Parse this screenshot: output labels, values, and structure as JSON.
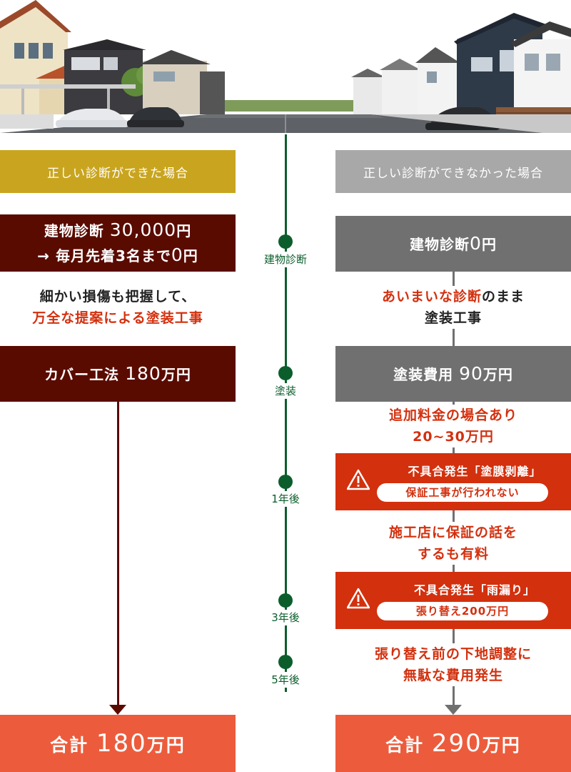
{
  "left": {
    "header": "正しい診断ができた場合",
    "diagnosis_line1_prefix": "建物診断 ",
    "diagnosis_line1_num": "30,000",
    "diagnosis_line1_suffix": "円",
    "diagnosis_line2_prefix": "→ 毎月先着3名まで",
    "diagnosis_line2_num": "0",
    "diagnosis_line2_suffix": "円",
    "note_line1": "細かい損傷も把握して、",
    "note_line2": "万全な提案による塗装工事",
    "method_prefix": "カバー工法 ",
    "method_num": "180",
    "method_suffix": "万円",
    "total_prefix": "合計 ",
    "total_num": "180",
    "total_suffix": "万円"
  },
  "right": {
    "header": "正しい診断ができなかった場合",
    "diagnosis_prefix": "建物診断",
    "diagnosis_num": "0",
    "diagnosis_suffix": "円",
    "note1_accent": "あいまいな診断",
    "note1_rest": "のまま",
    "note1_line2": "塗装工事",
    "paint_prefix": "塗装費用 ",
    "paint_num": "90",
    "paint_suffix": "万円",
    "extra_line1": "追加料金の場合あり",
    "extra_line2": "20~30万円",
    "defect1_title": "不具合発生「塗膜剥離」",
    "defect1_pill": "保証工事が行われない",
    "note2_line1": "施工店に保証の話を",
    "note2_line2": "するも有料",
    "defect2_title": "不具合発生「雨漏り」",
    "defect2_pill": "張り替え200万円",
    "note3_line1": "張り替え前の下地調整に",
    "note3_line2": "無駄な費用発生",
    "total_prefix": "合計 ",
    "total_num": "290",
    "total_suffix": "万円"
  },
  "timeline": {
    "labels": [
      "建物診断",
      "塗装",
      "1年後",
      "3年後",
      "5年後"
    ]
  },
  "icons": {
    "warning": "warning-icon"
  },
  "colors": {
    "gold": "#c9a51f",
    "maroon": "#5a0b00",
    "grey": "#707070",
    "red": "#d3300e",
    "orange": "#ec5c3c",
    "green": "#0b5e2c"
  }
}
